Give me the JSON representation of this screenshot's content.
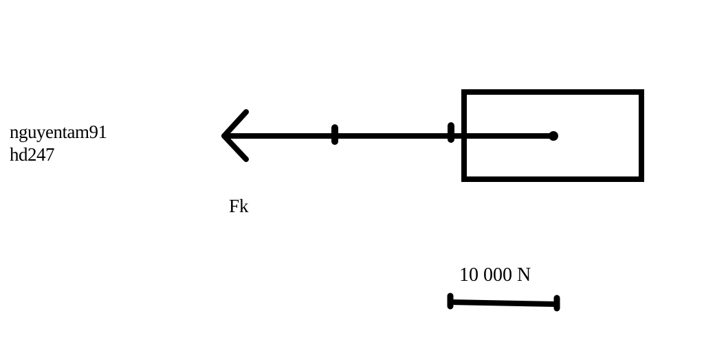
{
  "watermark": {
    "line1": "nguyentam91",
    "line2": "hd247"
  },
  "force": {
    "label": "Fk",
    "direction": "left",
    "magnitude_in_scale_units": 3
  },
  "scale": {
    "label": "10 000 N"
  },
  "colors": {
    "stroke": "#000000",
    "background": "#ffffff"
  }
}
